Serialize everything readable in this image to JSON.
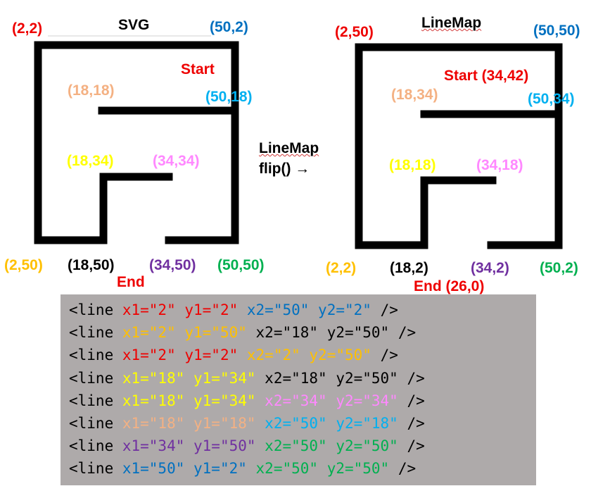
{
  "colors": {
    "red": "#ee0000",
    "blue": "#0070c0",
    "cyan": "#00b0f0",
    "orange": "#f4b183",
    "yellow": "#ffff00",
    "pink": "#ff88ff",
    "purple": "#7030a0",
    "gold": "#ffc000",
    "black": "#000000",
    "green": "#00b050",
    "code_bg": "#aeaaaa"
  },
  "left": {
    "title": "SVG",
    "start": "Start",
    "end": "End",
    "coords": {
      "top_left": "(2,2)",
      "top_right": "(50,2)",
      "wall_left": "(18,18)",
      "wall_right": "(50,18)",
      "inner_left": "(18,34)",
      "inner_right": "(34,34)",
      "bottom_left": "(2,50)",
      "bottom_mid": "(18,50)",
      "bottom_gap": "(34,50)",
      "bottom_right": "(50,50)"
    }
  },
  "middle": {
    "line1": "LineMap",
    "line2": "flip() →"
  },
  "right": {
    "title": "LineMap",
    "start": "Start (34,42)",
    "end": "End (26,0)",
    "coords": {
      "top_left": "(2,50)",
      "top_right": "(50,50)",
      "wall_left": "(18,34)",
      "wall_right": "(50,34)",
      "inner_left": "(18,18)",
      "inner_right": "(34,18)",
      "bottom_left": "(2,2)",
      "bottom_mid": "(18,2)",
      "bottom_gap": "(34,2)",
      "bottom_right": "(50,2)"
    }
  },
  "code": [
    [
      "<line ",
      "x1=\"2\" ",
      "y1=\"2\" ",
      "x2=\"50\" ",
      "y2=\"2\" ",
      "/>"
    ],
    [
      "<line ",
      "x1=\"2\" ",
      "y1=\"50\" ",
      "x2=\"18\" ",
      "y2=\"50\" ",
      "/>"
    ],
    [
      "<line ",
      "x1=\"2\" ",
      "y1=\"2\" ",
      "x2=\"2\" ",
      "y2=\"50\" ",
      "/>"
    ],
    [
      "<line ",
      "x1=\"18\" ",
      "y1=\"34\" ",
      "x2=\"18\" ",
      "y2=\"50\" ",
      "/>"
    ],
    [
      "<line ",
      "x1=\"18\" ",
      "y1=\"34\" ",
      "x2=\"34\" ",
      "y2=\"34\" ",
      "/>"
    ],
    [
      "<line ",
      "x1=\"18\" ",
      "y1=\"18\" ",
      "x2=\"50\" ",
      "y2=\"18\" ",
      "/>"
    ],
    [
      "<line ",
      "x1=\"34\" ",
      "y1=\"50\" ",
      "x2=\"50\" ",
      "y2=\"50\" ",
      "/>"
    ],
    [
      "<line ",
      "x1=\"50\" ",
      "y1=\"2\" ",
      "x2=\"50\" ",
      "y2=\"50\" ",
      "/>"
    ]
  ]
}
